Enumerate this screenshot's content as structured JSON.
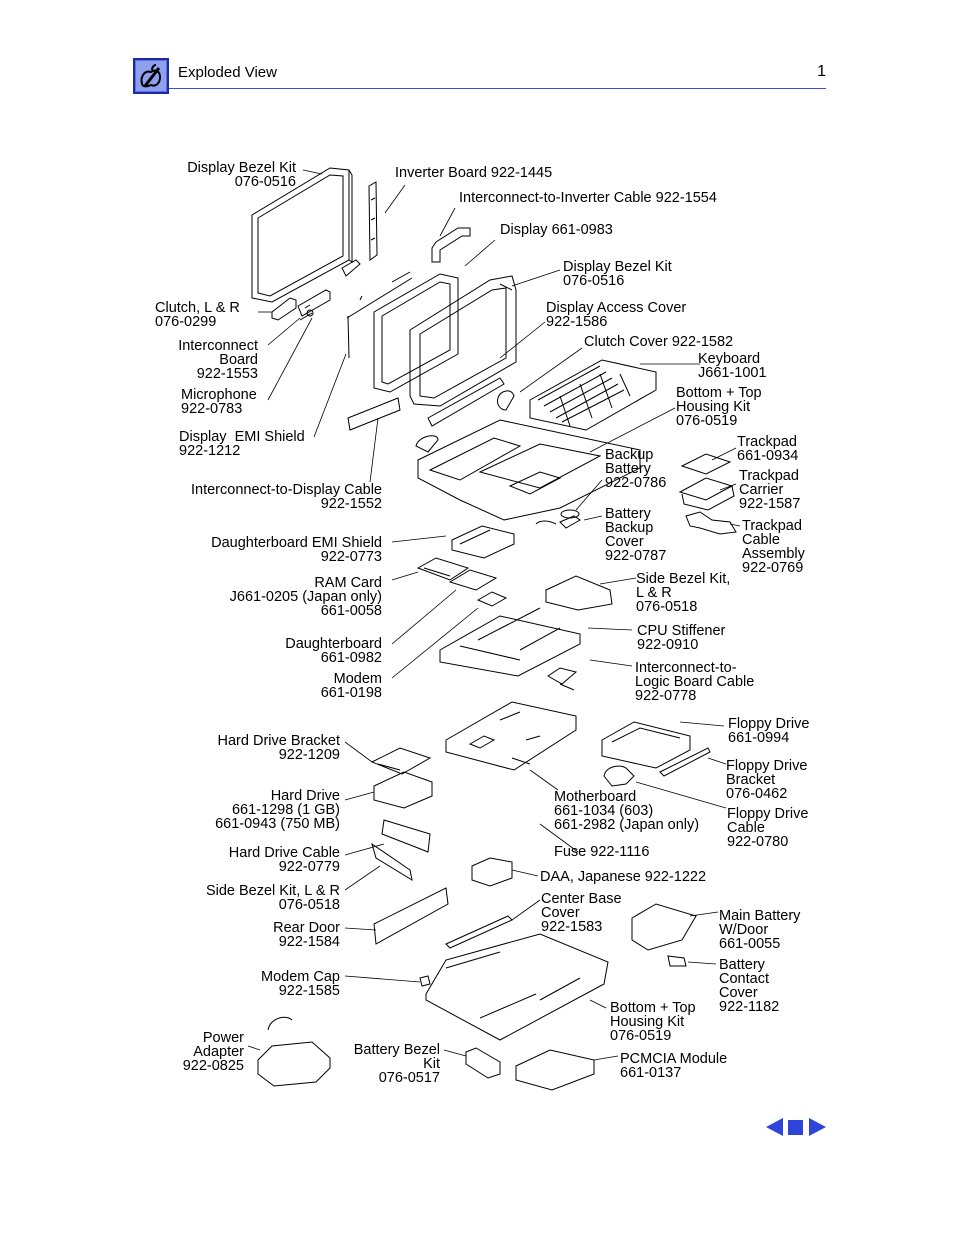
{
  "header": {
    "title": "Exploded View",
    "page_number": "1",
    "accent_color": "#3b4fd6",
    "logo_icon": "apple-service-logo-icon"
  },
  "labels": {
    "display_bezel_kit_1": "Display Bezel Kit\n076-0516",
    "inverter_board": "Inverter Board 922-1445",
    "interconnect_inverter_cable": "Interconnect-to-Inverter Cable 922-1554",
    "display": "Display 661-0983",
    "display_bezel_kit_2": "Display Bezel Kit\n076-0516",
    "clutch_lr": "Clutch, L & R\n076-0299",
    "display_access_cover": "Display Access Cover\n922-1586",
    "clutch_cover": "Clutch Cover 922-1582",
    "interconnect_board": "Interconnect\nBoard\n922-1553",
    "keyboard": "Keyboard\nJ661-1001",
    "microphone": "Microphone\n922-0783",
    "bottom_top_housing_1": "Bottom + Top\nHousing Kit\n076-0519",
    "display_emi_shield": "Display  EMI Shield\n922-1212",
    "trackpad": "Trackpad\n661-0934",
    "backup_battery": "Backup\nBattery\n922-0786",
    "trackpad_carrier": "Trackpad\nCarrier\n922-1587",
    "interconnect_display_cable": "Interconnect-to-Display Cable\n922-1552",
    "battery_backup_cover": "Battery\nBackup\nCover\n922-0787",
    "trackpad_cable": "Trackpad\nCable\nAssembly\n922-0769",
    "daughterboard_emi": "Daughterboard EMI Shield\n922-0773",
    "ram_card": "RAM Card\nJ661-0205 (Japan only)\n661-0058",
    "side_bezel_kit_1": "Side Bezel Kit,\nL & R\n076-0518",
    "daughterboard": "Daughterboard\n661-0982",
    "cpu_stiffener": "CPU Stiffener\n922-0910",
    "modem": "Modem\n661-0198",
    "interconnect_logic_cable": "Interconnect-to-\nLogic Board Cable\n922-0778",
    "hard_drive_bracket": "Hard Drive Bracket\n922-1209",
    "floppy_drive": "Floppy Drive\n661-0994",
    "floppy_drive_bracket": "Floppy Drive\nBracket\n076-0462",
    "hard_drive": "Hard Drive\n661-1298 (1 GB)\n661-0943 (750 MB)",
    "motherboard": "Motherboard\n661-1034 (603)\n661-2982 (Japan only)",
    "floppy_drive_cable": "Floppy Drive\nCable\n922-0780",
    "hard_drive_cable": "Hard Drive Cable\n922-0779",
    "fuse": "Fuse 922-1116",
    "daa_japanese": "DAA, Japanese 922-1222",
    "side_bezel_kit_2": "Side Bezel Kit, L & R\n076-0518",
    "center_base_cover": "Center Base\nCover\n922-1583",
    "main_battery": "Main Battery\nW/Door\n661-0055",
    "rear_door": "Rear Door\n922-1584",
    "battery_contact_cover": "Battery\nContact\nCover\n922-1182",
    "modem_cap": "Modem Cap\n922-1585",
    "bottom_top_housing_2": "Bottom + Top\nHousing Kit\n076-0519",
    "power_adapter": "Power\nAdapter\n922-0825",
    "battery_bezel_kit": "Battery Bezel\nKit\n076-0517",
    "pcmcia_module": "PCMCIA Module\n661-0137"
  },
  "nav": {
    "prev_icon": "triangle-left-icon",
    "home_icon": "square-home-icon",
    "next_icon": "triangle-right-icon",
    "color": "#2f44d8"
  }
}
